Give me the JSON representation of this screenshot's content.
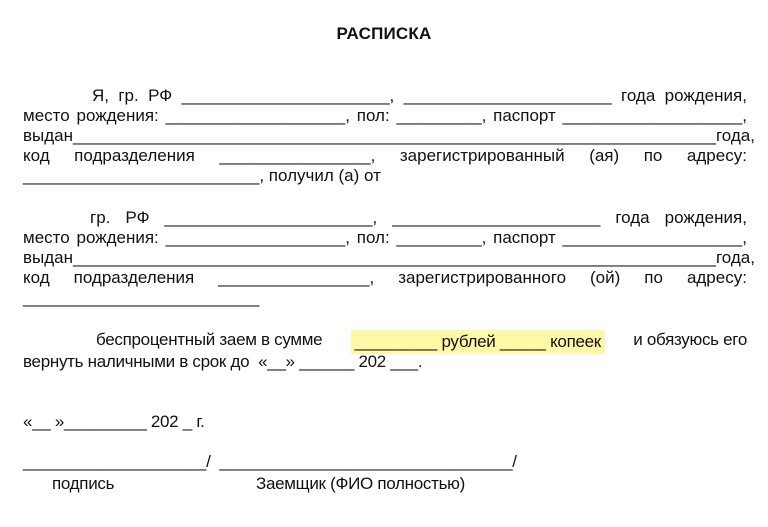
{
  "document": {
    "title": "РАСПИСКА",
    "lender_block": {
      "line1": [
        "Я,",
        "гр.",
        "РФ",
        "______________________,",
        "______________________",
        "года",
        "рождения,"
      ],
      "line2": [
        "место",
        "рождения:",
        "___________________,",
        "пол:",
        "_________,",
        "паспорт",
        "___________________,"
      ],
      "line3": [
        "выдан",
        "____________________________________________",
        "________________________",
        "года,"
      ],
      "line4": [
        "код",
        "подразделения",
        "________________,",
        "зарегистрированный",
        "(ая)",
        "по",
        "адресу:"
      ],
      "line5": "_________________________, получил (а) от"
    },
    "borrower_block": {
      "line1": [
        "гр.",
        "РФ",
        "______________________,",
        "______________________",
        "года",
        "рождения,"
      ],
      "line2": [
        "место",
        "рождения:",
        "___________________,",
        "пол:",
        "_________,",
        "паспорт",
        "___________________,"
      ],
      "line3": [
        "выдан",
        "____________________________________________",
        "________________________",
        "года,"
      ],
      "line4": [
        "код",
        "подразделения",
        "________________,",
        "зарегистрированного",
        "(ой)",
        "по",
        "адресу:"
      ],
      "line5": "_________________________"
    },
    "loan": {
      "text_before": "беспроцентный заем в сумме",
      "highlighted": "_________ рублей _____ копеек",
      "text_after": "и обязуюсь его",
      "line2": "вернуть наличными в срок до  «__» ______ 202 ___."
    },
    "date_line": "«__ »_________ 202 _ г.",
    "signature": {
      "sign_line": "____________________/  ________________________________/",
      "label_signature": "подпись",
      "label_borrower": "Заемщик (ФИО полностью)"
    },
    "colors": {
      "highlight": "#fff8a6",
      "text": "#111111"
    }
  }
}
